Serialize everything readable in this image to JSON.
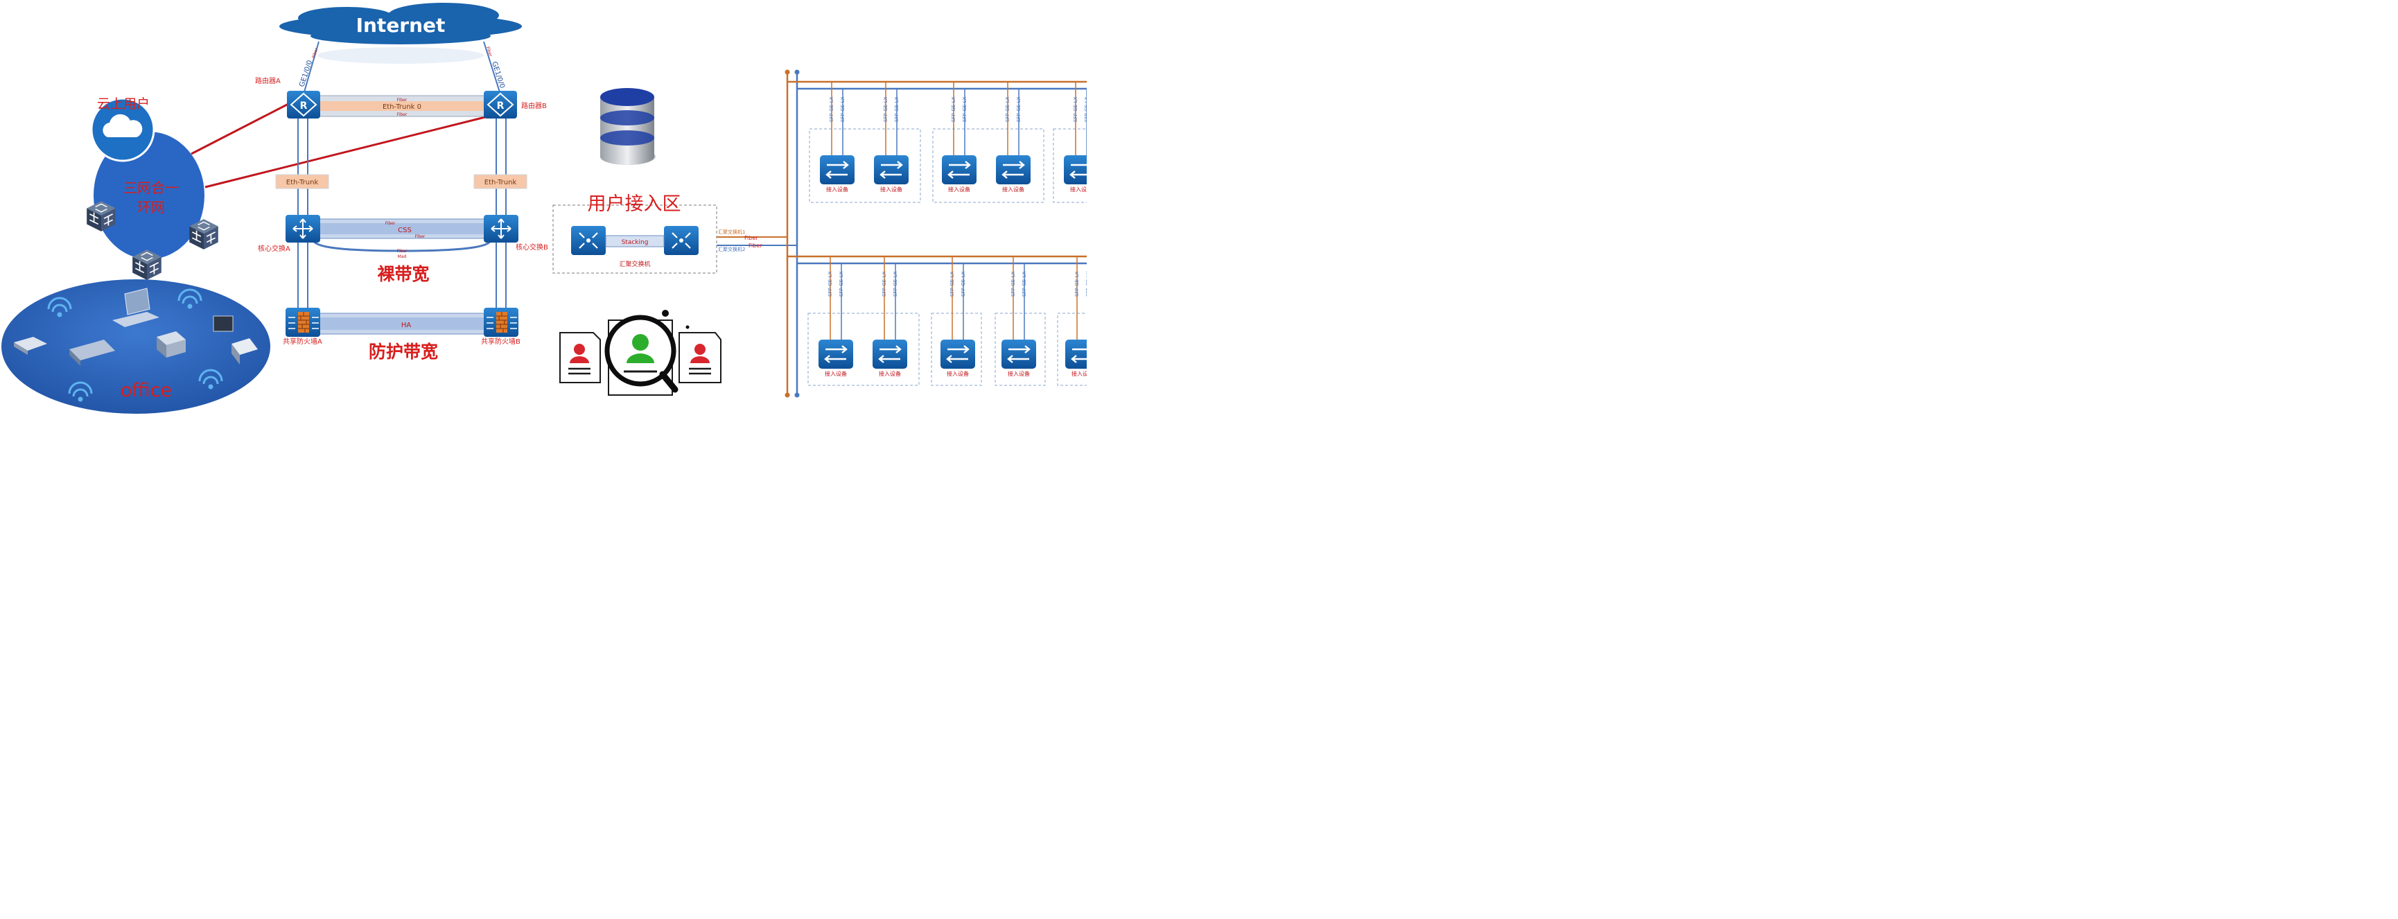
{
  "internet": "Internet",
  "cloud_user": "云上用户",
  "ring": [
    "三网合一",
    "环网"
  ],
  "office": "office",
  "routers": {
    "a": "路由器A",
    "b": "路由器B",
    "a_if": "GE1/0/0",
    "b_if": "GE1/0/0",
    "fiber": "Fiber"
  },
  "eth_trunk0": "Eth-Trunk 0",
  "eth_trunk": "Eth-Trunk",
  "core": {
    "a": "核心交换A",
    "b": "核心交换B",
    "css": "CSS",
    "mad": "Mad"
  },
  "firewall": {
    "a": "共享防火墙A",
    "b": "共享防火墙B",
    "ha": "HA"
  },
  "bare_bw": "裸带宽",
  "protect_bw": "防护带宽",
  "access_zone": {
    "title": "用户接入区",
    "stacking": "Stacking",
    "agg": "汇聚交换机",
    "agg1": "汇聚交换机1",
    "agg2": "汇聚交换机2"
  },
  "access_device": "接入设备",
  "sfp": "SFP-GE-LX",
  "colors": {
    "blue": "#1f62a9",
    "red": "#d81e1e",
    "orange": "#c8702a",
    "cloud": "#1f6cc1"
  },
  "icons": [
    "router-icon",
    "core-switch-icon",
    "firewall-icon",
    "aggregation-switch-icon",
    "access-switch-icon",
    "database-icon",
    "cloud-icon",
    "wifi-icon",
    "laptop-icon",
    "user-search-icon",
    "user-card-icon"
  ]
}
